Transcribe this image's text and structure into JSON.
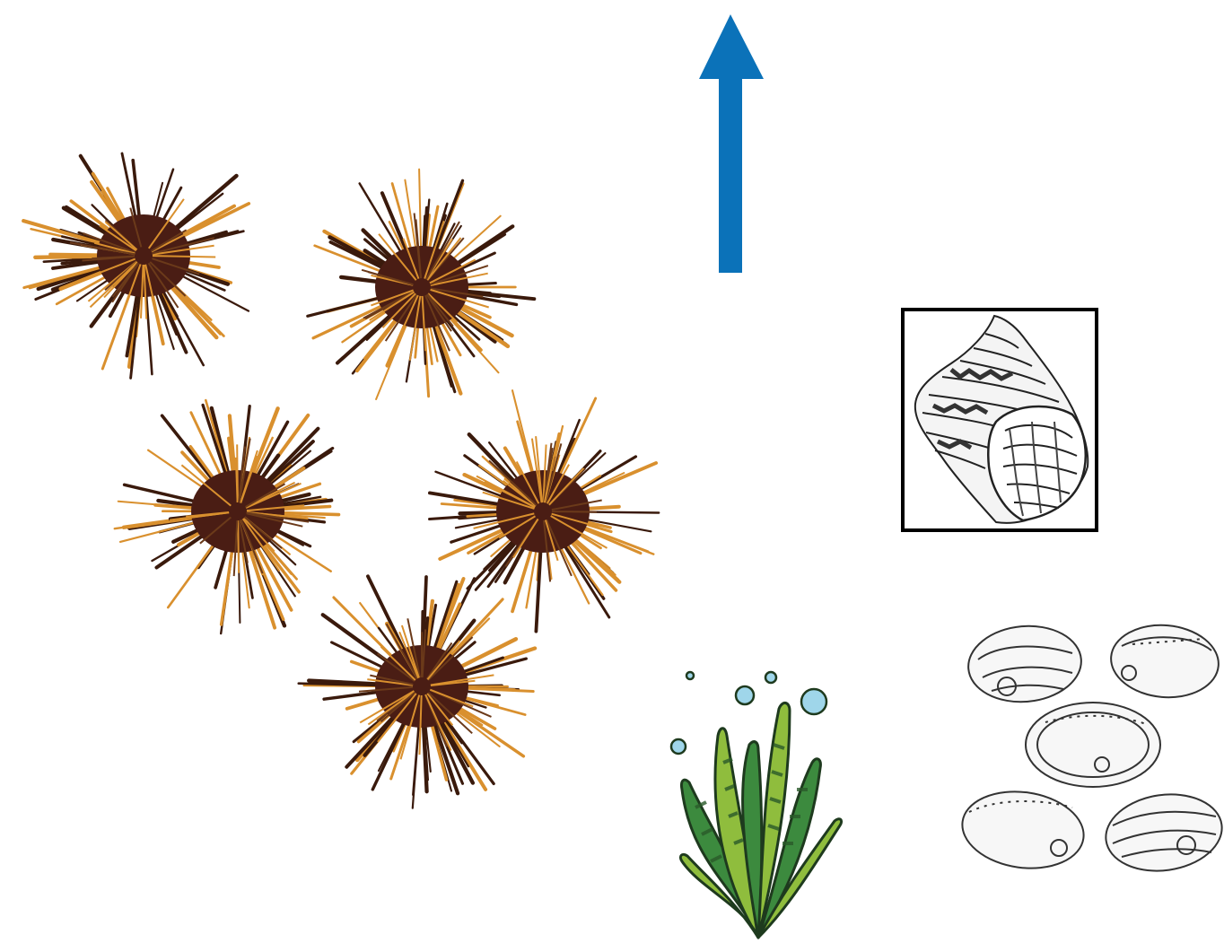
{
  "figure": {
    "organisms": [
      {
        "kind": "sea-urchin",
        "count": 5
      },
      {
        "kind": "triton-shell",
        "count": 1,
        "framed": true
      },
      {
        "kind": "kelp-seaweed",
        "count": 1
      },
      {
        "kind": "abalone-shell",
        "count": 5
      }
    ],
    "arrow": {
      "direction": "up",
      "color": "#0b72b9"
    },
    "colors": {
      "background": "#ffffff",
      "urchin_body": "#4a1d14",
      "urchin_spine_dark": "#3a1a0c",
      "urchin_spine_light": "#d9902e",
      "kelp_light": "#8fbd3d",
      "kelp_dark": "#3c8a3e",
      "kelp_outline": "#1e3a1e",
      "bubble": "#9fd6ea",
      "shell_ink": "#2a2a2a"
    }
  }
}
